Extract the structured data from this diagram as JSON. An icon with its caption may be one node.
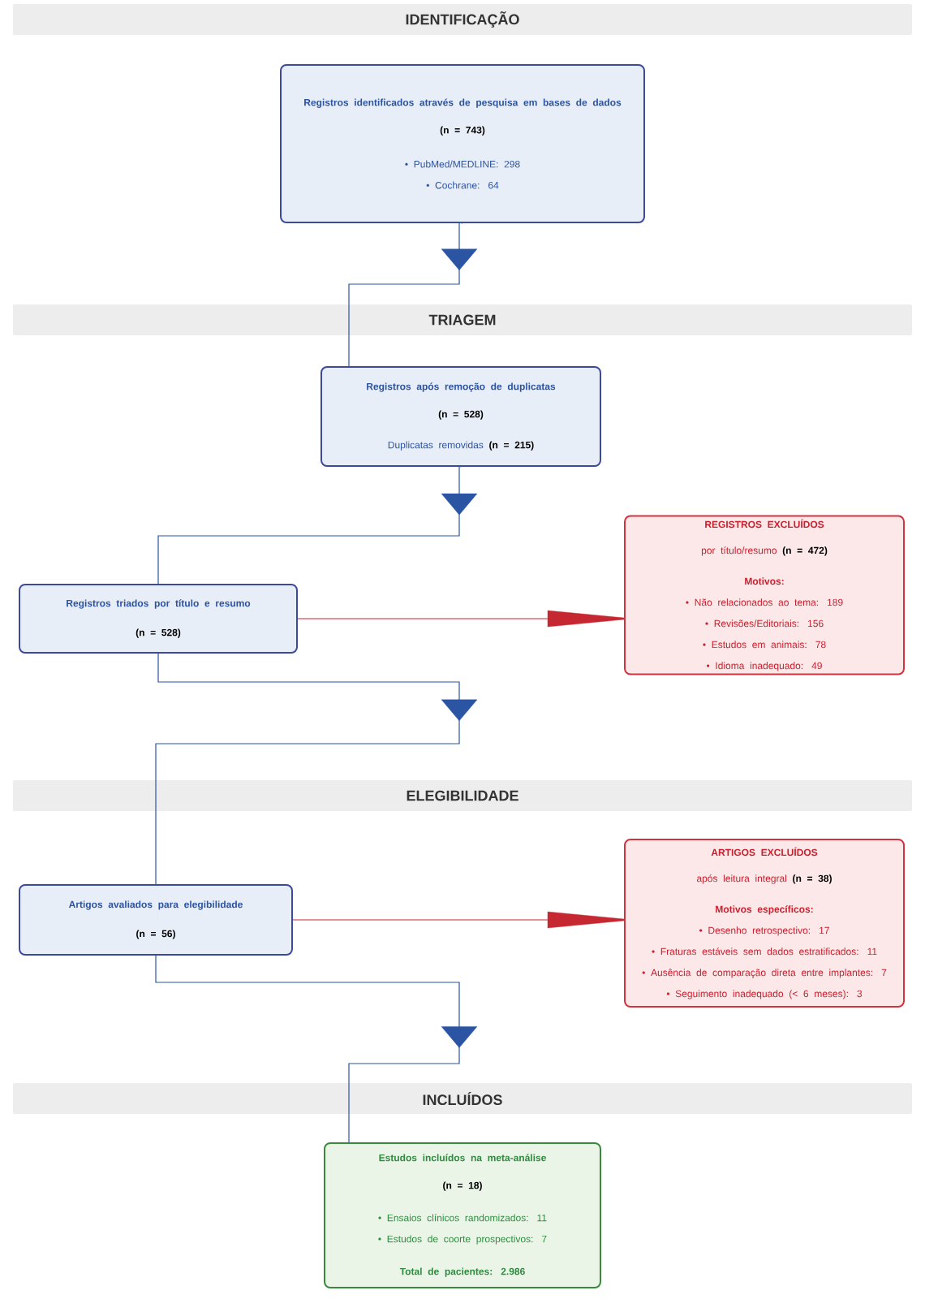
{
  "diagram": {
    "nodes": [
      {
        "text": [
          "Registros identificados através de pesquisa em bases de dados",
          "(n = 743)",
          "• PubMed/MEDLINE: 298",
          "• Cochrane: 64"
        ]
      },
      {
        "text": [
          "Registros após remoção de duplicatas",
          "(n = 528)",
          "Duplicatas removidas **(n = 215)**"
        ]
      },
      {
        "text": [
          "Registros triados por título e resumo",
          "(n = 528)"
        ]
      },
      {
        "text": [
          "REGISTROS EXCLUÍDOS",
          "por título/resumo **(n = 472)**",
          "Motivos:",
          "• Não relacionados ao tema: 189",
          "• Revisões/Editoriais: 156",
          "• Estudos em animais: 78",
          "• Idioma inadequado: 49"
        ]
      },
      {
        "text": [
          "Artigos avaliados para elegibilidade",
          "(n = 56)"
        ]
      },
      {
        "text": [
          "ARTIGOS EXCLUÍDOS",
          "após leitura integral **(n = 38)**",
          "Motivos específicos:",
          "• Desenho retrospectivo: 17",
          "• Fraturas estáveis sem dados estratificados: 11",
          "• Ausência de comparação direta entre implantes: 7",
          "• Seguimento inadequado (< 6 meses): 3"
        ]
      },
      {
        "text": [
          "Estudos incluídos na meta-análise",
          "(n = 18)",
          "• Ensaios clínicos randomizados: 11",
          "• Estudos de coorte prospectivos: 7",
          "Total de pacientes: 2.986"
        ]
      }
    ],
    "edges": [
      {
        "from": 0,
        "to": 1,
        "arrow": "to"
      },
      {
        "from": 1,
        "to": 2,
        "arrow": "to"
      },
      {
        "from": 2,
        "to": 3,
        "arrow": "to",
        "color": "#c62832"
      },
      {
        "from": 2,
        "to": 4,
        "arrow": "to"
      },
      {
        "from": 4,
        "to": 5,
        "arrow": "to",
        "color": "#c62832"
      },
      {
        "from": 4,
        "to": 6,
        "arrow": "to"
      }
    ],
    "labels": [
      "IDENTIFICAÇÃO",
      "TRIAGEM",
      "ELEGIBILIDADE",
      "INCLUÍDOS"
    ]
  }
}
